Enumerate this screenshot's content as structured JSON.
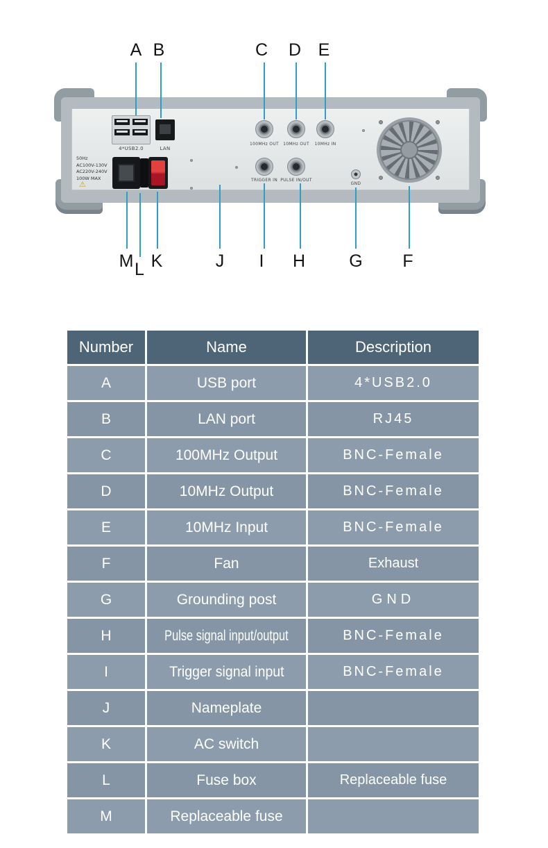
{
  "accent_color": "#2e9fc4",
  "diagram": {
    "letters_top": [
      "A",
      "B",
      "C",
      "D",
      "E"
    ],
    "letters_bottom": [
      "M",
      "L",
      "K",
      "J",
      "I",
      "H",
      "G",
      "F"
    ],
    "panel": {
      "usb_label": "4*USB2.0",
      "lan_label": "LAN",
      "power_lines": [
        "50Hz",
        "AC100V-130V",
        "AC220V-240V",
        "100W MAX"
      ],
      "warning_icon": "⚠",
      "bnc_row1_labels": [
        "100MHz OUT",
        "10MHz OUT",
        "10MHz IN"
      ],
      "bnc_row2_labels": [
        "TRIGGER IN",
        "PULSE IN/OUT"
      ],
      "gnd_label": "GND"
    }
  },
  "table": {
    "headers": [
      "Number",
      "Name",
      "Description"
    ],
    "rows": [
      {
        "number": "A",
        "name": "USB port",
        "description": "4*USB2.0"
      },
      {
        "number": "B",
        "name": "LAN port",
        "description": "RJ45"
      },
      {
        "number": "C",
        "name": "100MHz Output",
        "description": "BNC-Female"
      },
      {
        "number": "D",
        "name": "10MHz Output",
        "description": "BNC-Female"
      },
      {
        "number": "E",
        "name": "10MHz Input",
        "description": "BNC-Female"
      },
      {
        "number": "F",
        "name": "Fan",
        "description": "Exhaust"
      },
      {
        "number": "G",
        "name": "Grounding post",
        "description": "GND"
      },
      {
        "number": "H",
        "name": "Pulse signal input/output",
        "description": "BNC-Female"
      },
      {
        "number": "I",
        "name": "Trigger signal input",
        "description": "BNC-Female"
      },
      {
        "number": "J",
        "name": "Nameplate",
        "description": ""
      },
      {
        "number": "K",
        "name": "AC switch",
        "description": ""
      },
      {
        "number": "L",
        "name": "Fuse box",
        "description": "Replaceable fuse"
      },
      {
        "number": "M",
        "name": "Replaceable fuse",
        "description": ""
      }
    ]
  }
}
